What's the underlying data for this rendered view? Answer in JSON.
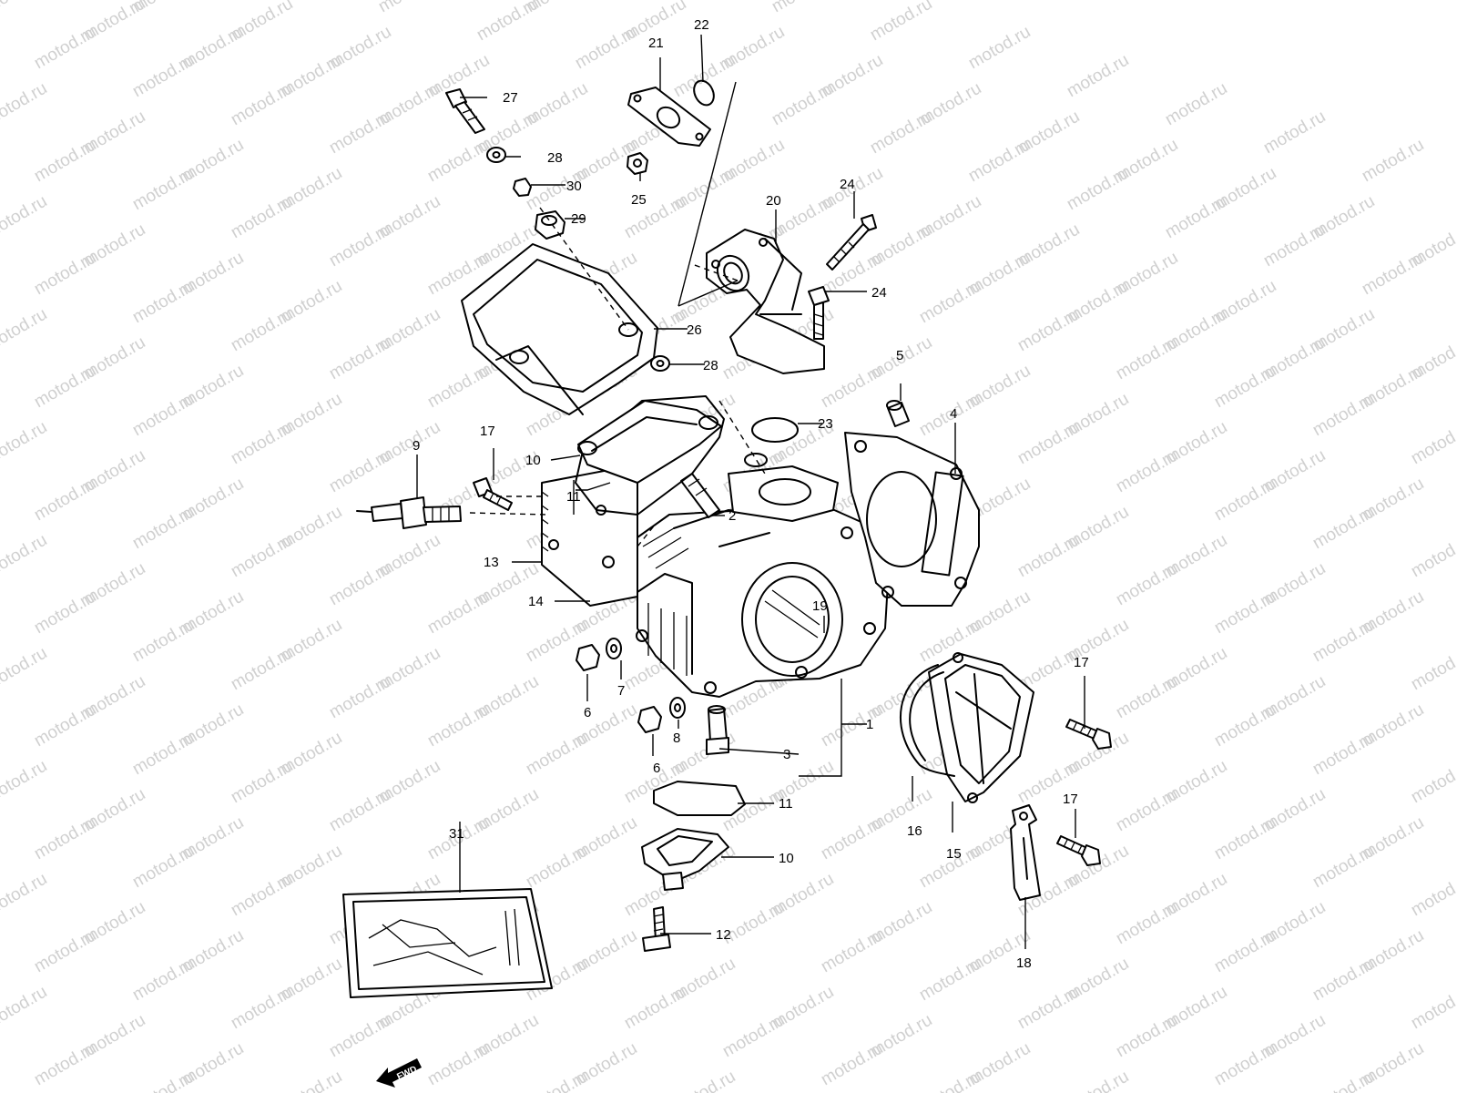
{
  "watermark": {
    "text": "motod.ru",
    "color": "#d0d0d0"
  },
  "fwd_arrow": {
    "text": "FWD"
  },
  "callouts": [
    {
      "id": "c1",
      "text": "1"
    },
    {
      "id": "c2",
      "text": "2"
    },
    {
      "id": "c3",
      "text": "3"
    },
    {
      "id": "c4",
      "text": "4"
    },
    {
      "id": "c5",
      "text": "5"
    },
    {
      "id": "c6a",
      "text": "6"
    },
    {
      "id": "c6b",
      "text": "6"
    },
    {
      "id": "c7",
      "text": "7"
    },
    {
      "id": "c8",
      "text": "8"
    },
    {
      "id": "c9",
      "text": "9"
    },
    {
      "id": "c10a",
      "text": "10"
    },
    {
      "id": "c10b",
      "text": "10"
    },
    {
      "id": "c11a",
      "text": "11"
    },
    {
      "id": "c11b",
      "text": "11"
    },
    {
      "id": "c12",
      "text": "12"
    },
    {
      "id": "c13",
      "text": "13"
    },
    {
      "id": "c14",
      "text": "14"
    },
    {
      "id": "c15",
      "text": "15"
    },
    {
      "id": "c16",
      "text": "16"
    },
    {
      "id": "c17a",
      "text": "17"
    },
    {
      "id": "c17b",
      "text": "17"
    },
    {
      "id": "c17c",
      "text": "17"
    },
    {
      "id": "c18",
      "text": "18"
    },
    {
      "id": "c19",
      "text": "19"
    },
    {
      "id": "c20",
      "text": "20"
    },
    {
      "id": "c21",
      "text": "21"
    },
    {
      "id": "c22",
      "text": "22"
    },
    {
      "id": "c23",
      "text": "23"
    },
    {
      "id": "c24a",
      "text": "24"
    },
    {
      "id": "c24b",
      "text": "24"
    },
    {
      "id": "c25",
      "text": "25"
    },
    {
      "id": "c26",
      "text": "26"
    },
    {
      "id": "c27",
      "text": "27"
    },
    {
      "id": "c28a",
      "text": "28"
    },
    {
      "id": "c28b",
      "text": "28"
    },
    {
      "id": "c29",
      "text": "29"
    },
    {
      "id": "c30",
      "text": "30"
    },
    {
      "id": "c31",
      "text": "31"
    }
  ]
}
